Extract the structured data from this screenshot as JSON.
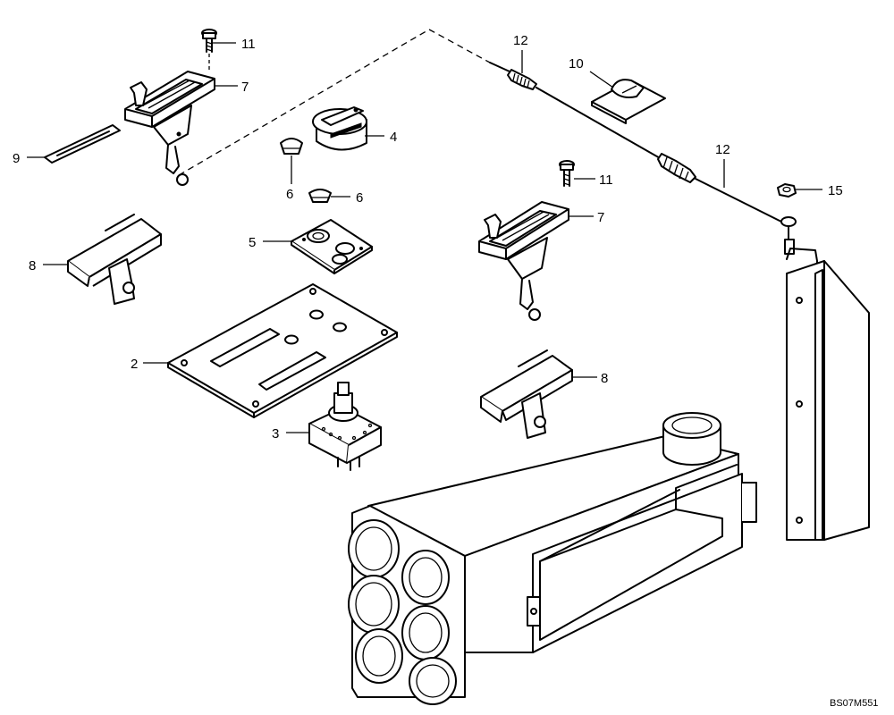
{
  "diagram": {
    "figure_code": "BS07M551",
    "callouts": {
      "p2": "2",
      "p3": "3",
      "p4": "4",
      "p5": "5",
      "p6a": "6",
      "p6b": "6",
      "p7a": "7",
      "p7b": "7",
      "p8a": "8",
      "p8b": "8",
      "p9": "9",
      "p10": "10",
      "p11a": "11",
      "p11b": "11",
      "p12a": "12",
      "p12b": "12",
      "p15": "15"
    }
  }
}
